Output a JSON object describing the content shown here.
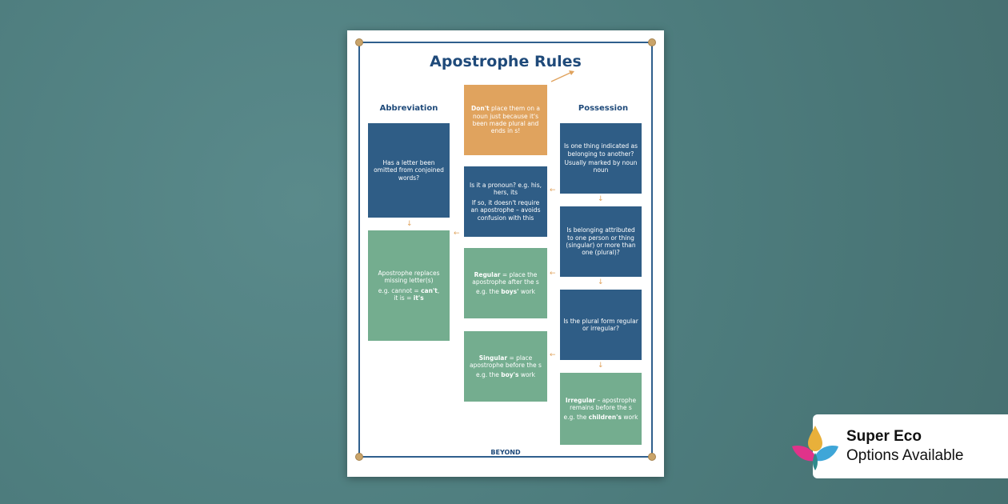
{
  "poster": {
    "title": "Apostrophe Rules",
    "col_left": "Abbreviation",
    "col_right": "Possession",
    "brand": "BEYOND",
    "left": {
      "q1": "Has a letter been omitted from conjoined words?",
      "a1_line1": "Apostrophe replaces missing letter(s)",
      "a1_line2": "e.g. cannot =",
      "a1_bold1": "can't",
      "a1_line3": "it is =",
      "a1_bold2": "it's"
    },
    "middle": {
      "dont_bold": "Don't",
      "dont_text": "place them on a noun just because it's been made plural and ends in s!",
      "pronoun_q": "Is it a pronoun? e.g. his, hers, its",
      "pronoun_a": "If so, it doesn't require an apostrophe – avoids confusion with this",
      "regular_bold": "Regular",
      "regular_text": "= place the apostrophe after the s",
      "regular_eg": "e.g. the",
      "regular_eg_bold": "boys'",
      "regular_eg_end": "work",
      "singular_bold": "Singular",
      "singular_text": "= place apostrophe before the s",
      "singular_eg": "e.g. the",
      "singular_eg_bold": "boy's",
      "singular_eg_end": "work"
    },
    "right": {
      "q1": "Is one thing indicated as belonging to another?",
      "q1_b": "Usually marked by noun noun",
      "q2": "Is belonging attributed to one person or thing (singular) or more than one (plural)?",
      "q3": "Is the plural form regular or irregular?",
      "irregular_bold": "Irregular",
      "irregular_text": "– apostrophe remains before the s",
      "irregular_eg": "e.g. the",
      "irregular_eg_bold": "children's",
      "irregular_eg_end": "work"
    }
  },
  "eco_badge": {
    "line1": "Super Eco",
    "line2": "Options Available"
  },
  "colors": {
    "background": "#4f7e7f",
    "blue": "#2f5d86",
    "green": "#74ad8f",
    "orange": "#e0a35e",
    "title": "#1f4a7a"
  }
}
